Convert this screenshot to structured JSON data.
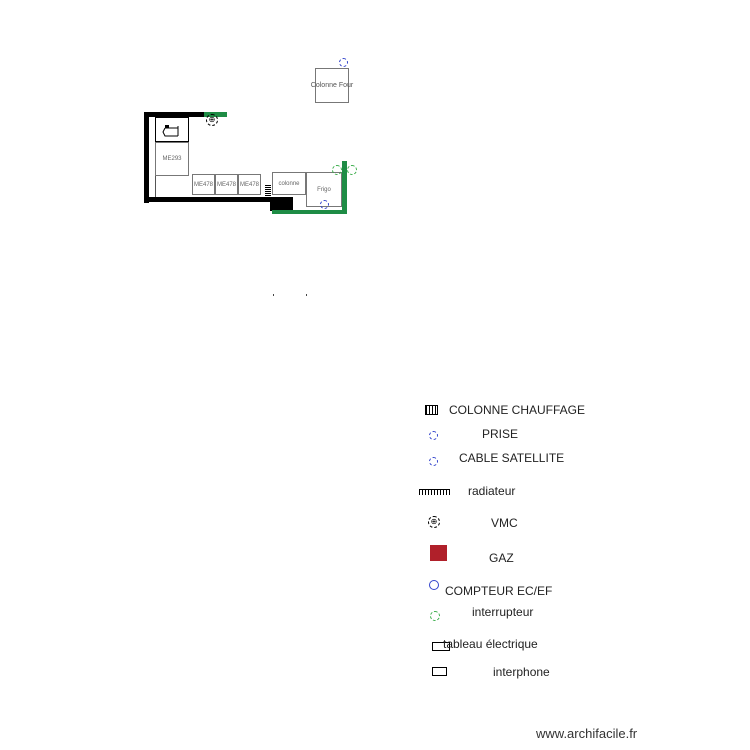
{
  "plan": {
    "rooms": [
      {
        "label": "Colonne Four"
      },
      {
        "label": "ME293"
      },
      {
        "label": "ME478"
      },
      {
        "label": "ME478"
      },
      {
        "label": "ME478"
      },
      {
        "label": "colonne"
      },
      {
        "label": "Frigo"
      }
    ]
  },
  "legend": [
    {
      "label": "COLONNE CHAUFFAGE",
      "icon": "radiator-column-icon"
    },
    {
      "label": "PRISE",
      "icon": "outlet-icon"
    },
    {
      "label": "CABLE SATELLITE",
      "icon": "satellite-icon"
    },
    {
      "label": "radiateur",
      "icon": "radiator-icon"
    },
    {
      "label": "VMC",
      "icon": "vmc-icon"
    },
    {
      "label": "GAZ",
      "icon": "gas-icon"
    },
    {
      "label": "COMPTEUR EC/EF",
      "icon": "meter-icon"
    },
    {
      "label": "interrupteur",
      "icon": "switch-icon"
    },
    {
      "label": "tableau électrique",
      "icon": "panel-icon"
    },
    {
      "label": "interphone",
      "icon": "intercom-icon"
    }
  ],
  "colors": {
    "wall": "#000000",
    "open_wall": "#1e8c45",
    "outlet": "#3344cc",
    "switch": "#33aa44",
    "gas": "#b0202a"
  },
  "footer": {
    "watermark": "www.archifacile.fr"
  }
}
